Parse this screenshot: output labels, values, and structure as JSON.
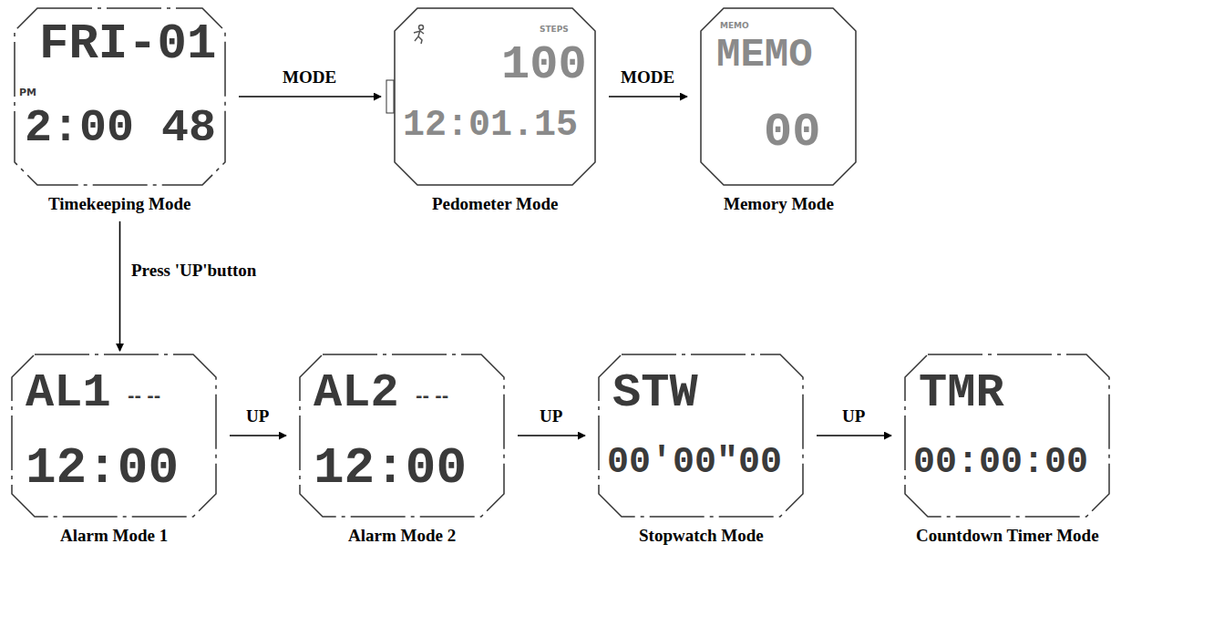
{
  "diagram": {
    "nodes": [
      {
        "text": [
          "PM",
          "FRI-01",
          "2:00 48",
          "Timekeeping Mode"
        ]
      },
      {
        "text": [
          "STEPS",
          "100",
          "12:01.15",
          "Pedometer Mode"
        ]
      },
      {
        "text": [
          "MEMO",
          "MEMO",
          "00",
          "Memory Mode"
        ]
      },
      {
        "text": [
          "AL1",
          "-- --",
          "12:00",
          "Alarm Mode 1"
        ]
      },
      {
        "text": [
          "AL2",
          "-- --",
          "12:00",
          "Alarm Mode 2"
        ]
      },
      {
        "text": [
          "STW",
          "00'00\"00",
          "Stopwatch Mode"
        ]
      },
      {
        "text": [
          "TMR",
          "00:00:00",
          "Countdown Timer Mode"
        ]
      }
    ],
    "edges": [
      {
        "from": 0,
        "to": 1,
        "label": "MODE",
        "arrow": "to"
      },
      {
        "from": 1,
        "to": 2,
        "label": "MODE",
        "arrow": "to"
      },
      {
        "from": 0,
        "to": 3,
        "label": "Press 'UP'button",
        "arrow": "to"
      },
      {
        "from": 3,
        "to": 4,
        "label": "UP",
        "arrow": "to"
      },
      {
        "from": 4,
        "to": 5,
        "label": "UP",
        "arrow": "to"
      },
      {
        "from": 5,
        "to": 6,
        "label": "UP",
        "arrow": "to"
      }
    ]
  }
}
